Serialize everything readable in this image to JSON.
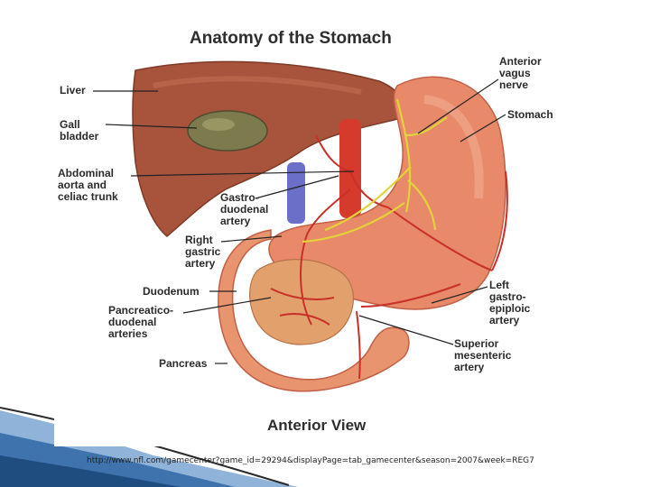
{
  "title": "Anatomy of the Stomach",
  "view_label": "Anterior View",
  "labels": {
    "liver": "Liver",
    "gall_bladder": "Gall\nbladder",
    "abdominal_aorta": "Abdominal\naorta and\nceliac trunk",
    "gastroduodenal_artery": "Gastro-\nduodenal\nartery",
    "right_gastric_artery": "Right\ngastric\nartery",
    "duodenum": "Duodenum",
    "pancreaticoduodenal_arteries": "Pancreatico-\nduodenal\narteries",
    "pancreas": "Pancreas",
    "anterior_vagus_nerve": "Anterior\nvagus\nnerve",
    "stomach": "Stomach",
    "left_gastroepiploic_artery": "Left\ngastro-\nepiploic\nartery",
    "superior_mesenteric_artery": "Superior\nmesenteric\nartery"
  },
  "source_url": "http://www.nfl.com/gamecenter?game_id=29294&displayPage=tab_gamecenter&season=2007&week=REG7",
  "colors": {
    "liver": "#a8543c",
    "stomach": "#e8896a",
    "artery": "#d63a2c",
    "aorta_vein": "#6b6fc7",
    "nerve": "#e4d23a",
    "gall_bladder": "#7d7a4e",
    "pancreas": "#e2a06c",
    "slide_accent": "#1f4d80"
  }
}
